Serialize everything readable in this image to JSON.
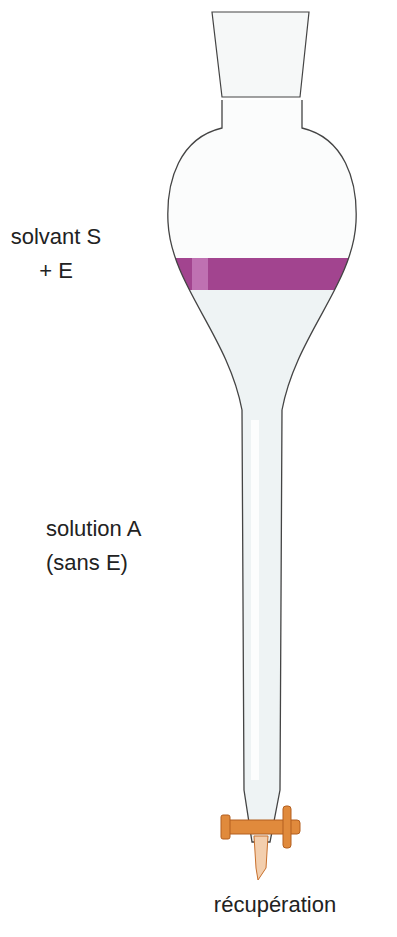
{
  "diagram": {
    "labels": [
      "solvant S + E",
      "solution A (sans E)",
      "récupération"
    ]
  }
}
